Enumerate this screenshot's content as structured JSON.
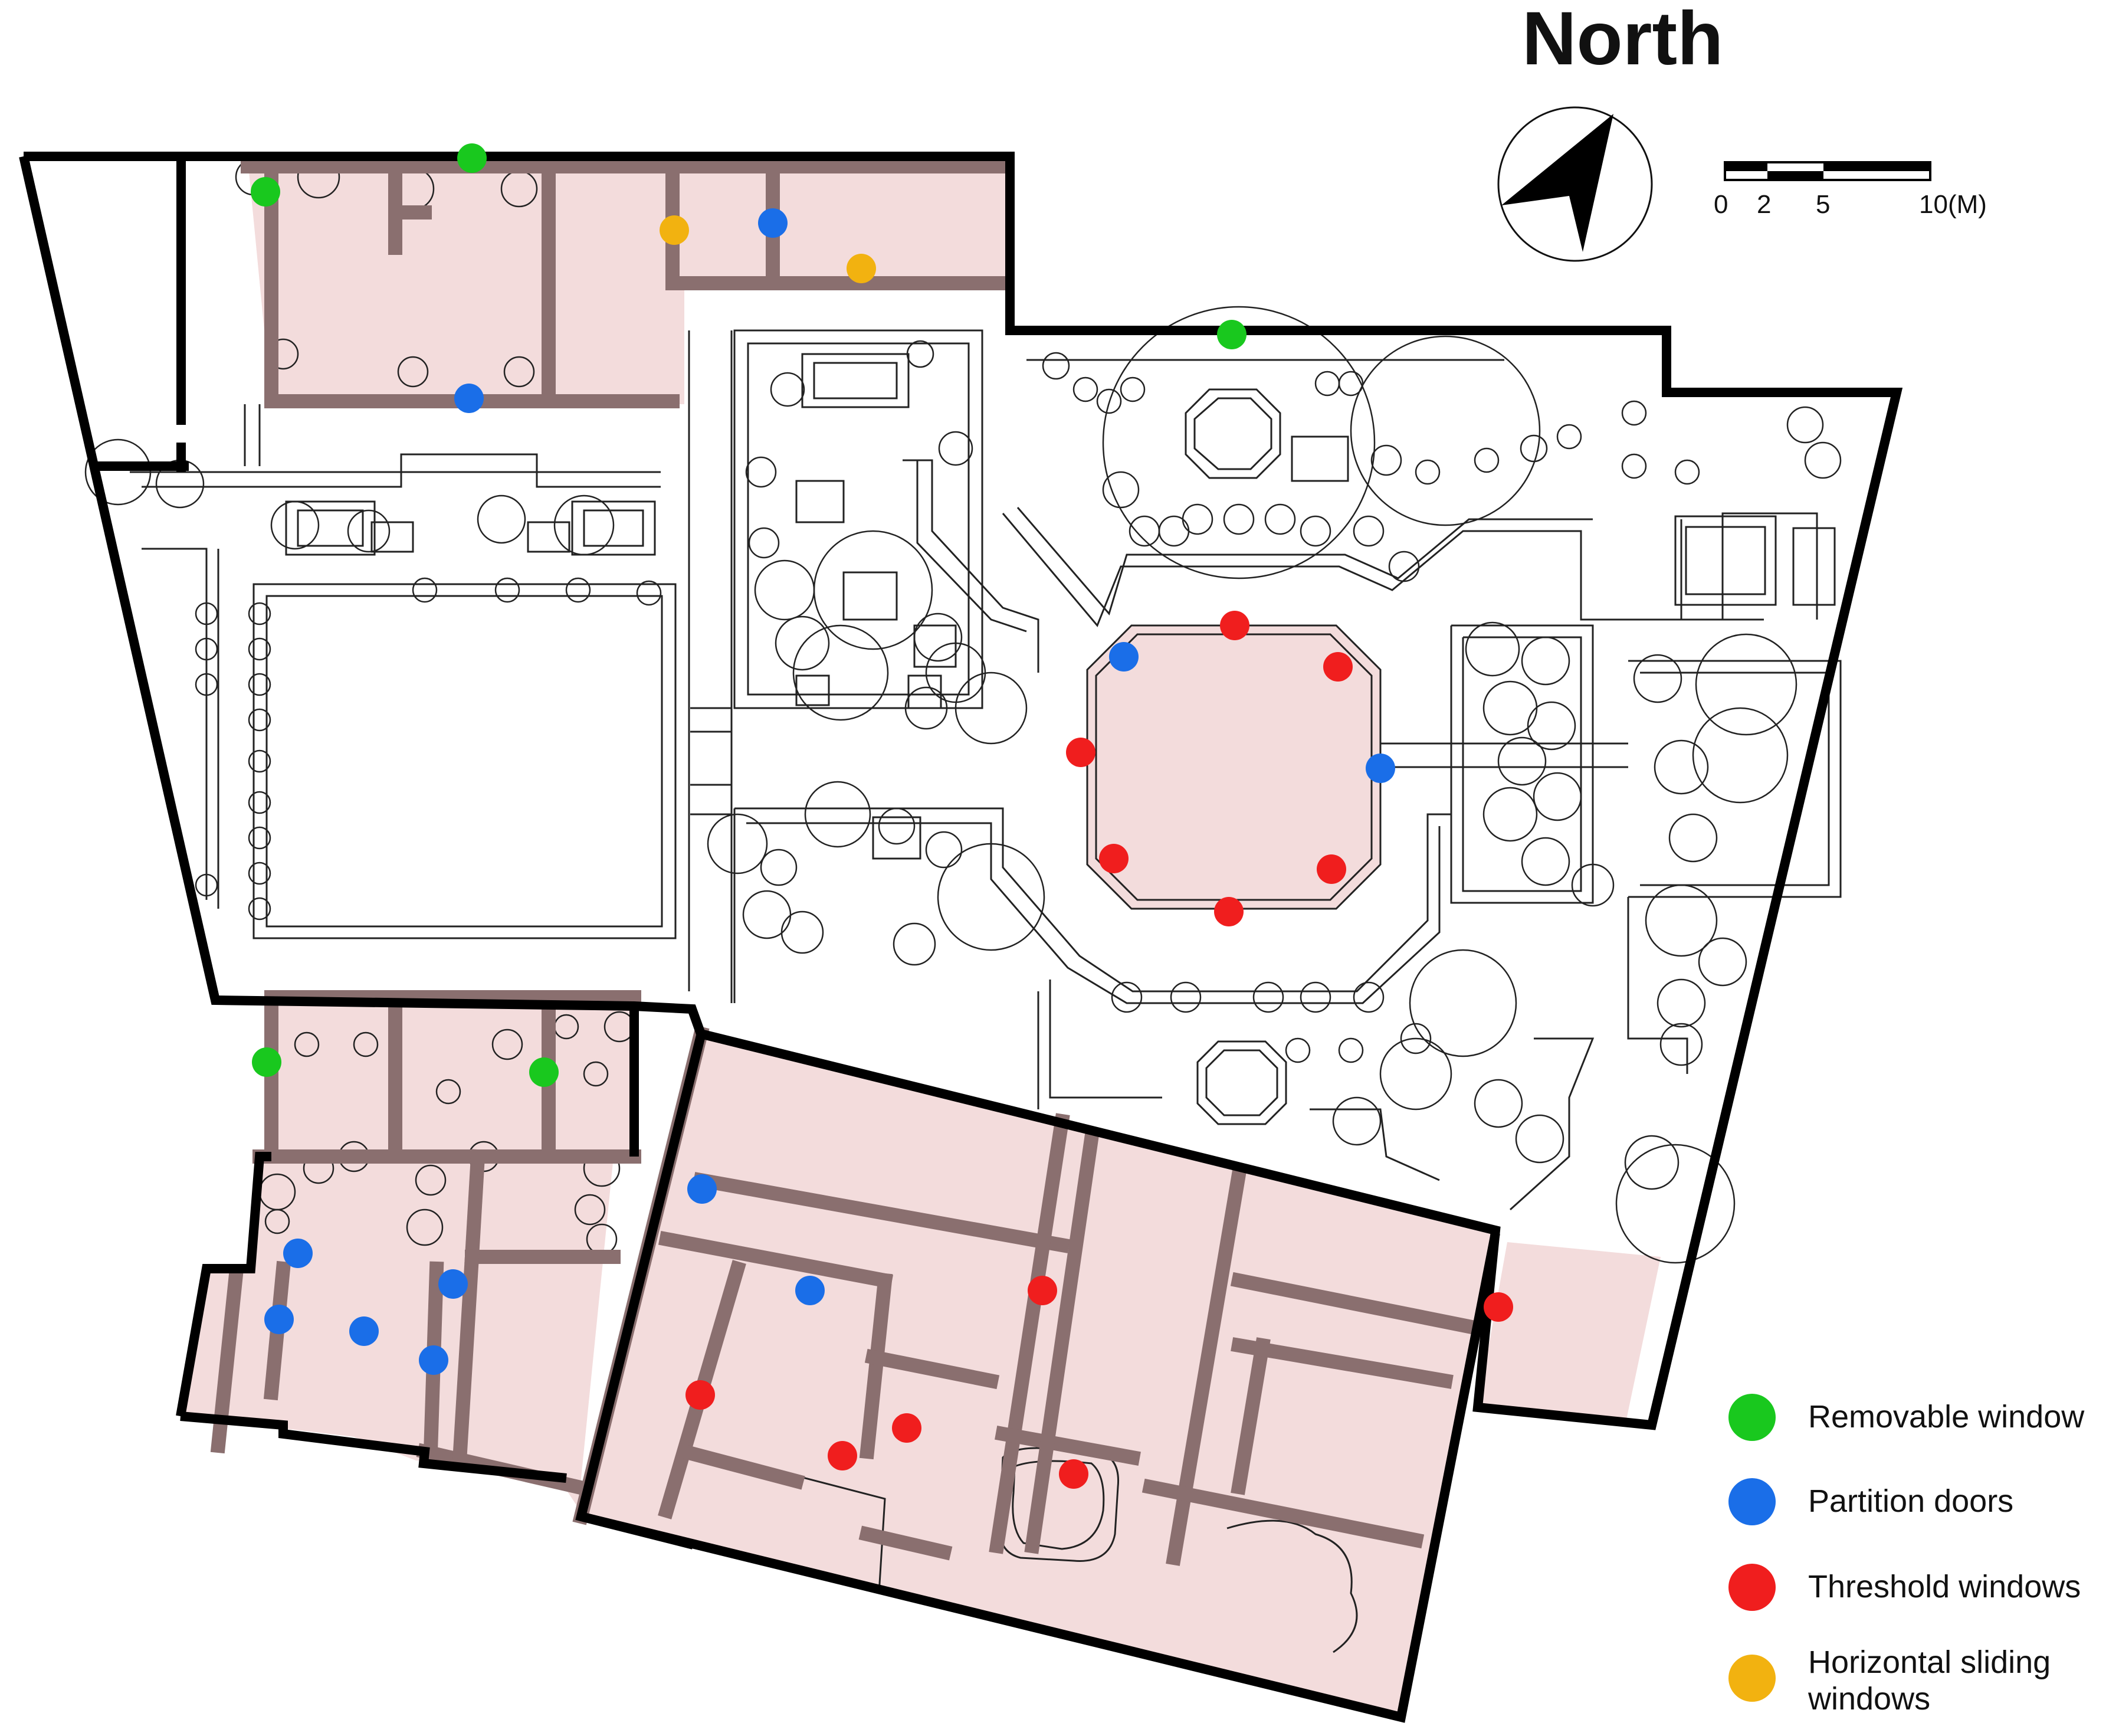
{
  "map": {
    "north_label": "North",
    "scale_labels": [
      "0",
      "2",
      "5",
      "10(M)"
    ]
  },
  "legend": [
    {
      "label": "Removable window",
      "color": "#19c81e"
    },
    {
      "label": "Partition doors",
      "color": "#1a6ee8"
    },
    {
      "label": "Threshold windows",
      "color": "#f01e1e"
    },
    {
      "label": "Horizontal sliding windows",
      "color": "#f2b210"
    }
  ],
  "colors": {
    "highlight_zone": "#f3dcdc",
    "wall": "#8a6f6f",
    "outline": "#000000"
  }
}
